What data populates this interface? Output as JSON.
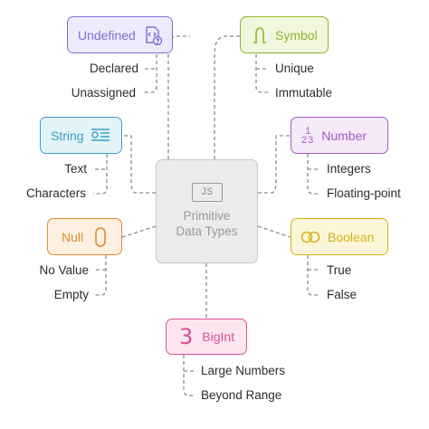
{
  "center": {
    "icon_text": "JS",
    "title_line1": "Primitive",
    "title_line2": "Data Types"
  },
  "nodes": {
    "undefined": {
      "label": "Undefined",
      "icon": "code-file-question-icon",
      "color": "#7e6fd6",
      "fill": "#ecebfb",
      "items": [
        "Declared",
        "Unassigned"
      ]
    },
    "symbol": {
      "label": "Symbol",
      "icon": "omega-icon",
      "color": "#8fb52b",
      "fill": "#f1f7dc",
      "items": [
        "Unique",
        "Immutable"
      ]
    },
    "string": {
      "label": "String",
      "icon": "text-lines-icon",
      "color": "#3aa0c8",
      "fill": "#e3f3fa",
      "items": [
        "Text",
        "Characters"
      ]
    },
    "number": {
      "label": "Number",
      "icon": "numbers-icon",
      "color": "#a45bc4",
      "fill": "#f5e9fa",
      "items": [
        "Integers",
        "Floating-point"
      ]
    },
    "null": {
      "label": "Null",
      "icon": "zero-icon",
      "color": "#e08a2a",
      "fill": "#fdf0e2",
      "items": [
        "No Value",
        "Empty"
      ]
    },
    "boolean": {
      "label": "Boolean",
      "icon": "overlapping-circles-icon",
      "color": "#d3b11a",
      "fill": "#fcf6d8",
      "items": [
        "True",
        "False"
      ]
    },
    "bigint": {
      "label": "BigInt",
      "icon": "number-three-icon",
      "color": "#d94f95",
      "fill": "#fbe6f0",
      "items": [
        "Large Numbers",
        "Beyond Range"
      ]
    }
  },
  "number_icon": {
    "top": "1",
    "bottom": "23"
  },
  "bigint_icon": {
    "glyph": "3"
  }
}
